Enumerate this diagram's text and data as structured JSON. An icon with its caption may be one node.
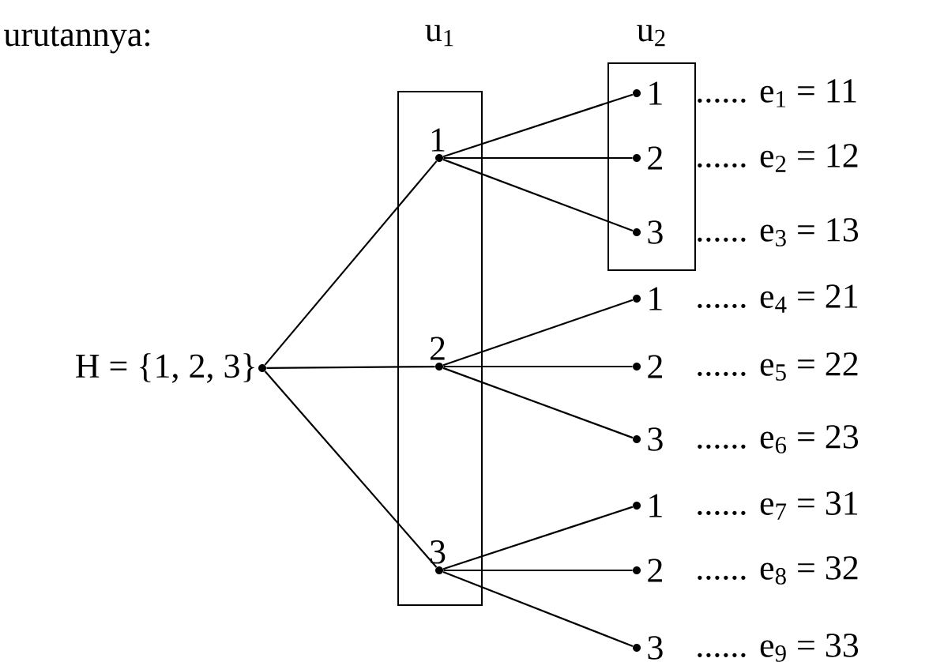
{
  "diagram": {
    "nodes": [
      {
        "text": [
          "H = {1, 2, 3}"
        ]
      },
      {
        "text": [
          "u$_{1}$"
        ]
      },
      {
        "text": [
          "1"
        ],
        "in": 1
      },
      {
        "text": [
          "2"
        ],
        "in": 1
      },
      {
        "text": [
          "3"
        ],
        "in": 1
      },
      {
        "text": [
          "u$_{2}$"
        ]
      },
      {
        "text": [
          "1"
        ],
        "in": 5,
        "beside": [
          "...... e$_{1}$ = 11"
        ]
      },
      {
        "text": [
          "2"
        ],
        "in": 5,
        "beside": [
          "...... e$_{2}$ = 12"
        ]
      },
      {
        "text": [
          "3"
        ],
        "in": 5,
        "beside": [
          "...... e$_{3}$ = 13"
        ]
      },
      {
        "text": [
          "1"
        ],
        "beside": [
          "...... e$_{4}$ = 21"
        ]
      },
      {
        "text": [
          "2"
        ],
        "beside": [
          "...... e$_{5}$ = 22"
        ]
      },
      {
        "text": [
          "3"
        ],
        "beside": [
          "...... e$_{6}$ = 23"
        ]
      },
      {
        "text": [
          "1"
        ],
        "beside": [
          "...... e$_{7}$ = 31"
        ]
      },
      {
        "text": [
          "2"
        ],
        "beside": [
          "...... e$_{8}$ = 32"
        ]
      },
      {
        "text": [
          "3"
        ],
        "beside": [
          "...... e$_{9}$ = 33"
        ]
      }
    ],
    "edges": [
      {
        "from": 0,
        "to": 2,
        "arrow": "none"
      },
      {
        "from": 0,
        "to": 3,
        "arrow": "none"
      },
      {
        "from": 0,
        "to": 4,
        "arrow": "none"
      },
      {
        "from": 2,
        "to": 6,
        "arrow": "none"
      },
      {
        "from": 2,
        "to": 7,
        "arrow": "none"
      },
      {
        "from": 2,
        "to": 8,
        "arrow": "none"
      },
      {
        "from": 3,
        "to": 9,
        "arrow": "none"
      },
      {
        "from": 3,
        "to": 10,
        "arrow": "none"
      },
      {
        "from": 3,
        "to": 11,
        "arrow": "none"
      },
      {
        "from": 4,
        "to": 12,
        "arrow": "none"
      },
      {
        "from": 4,
        "to": 13,
        "arrow": "none"
      },
      {
        "from": 4,
        "to": 14,
        "arrow": "none"
      }
    ],
    "labels": [
      "urutannya:"
    ]
  }
}
